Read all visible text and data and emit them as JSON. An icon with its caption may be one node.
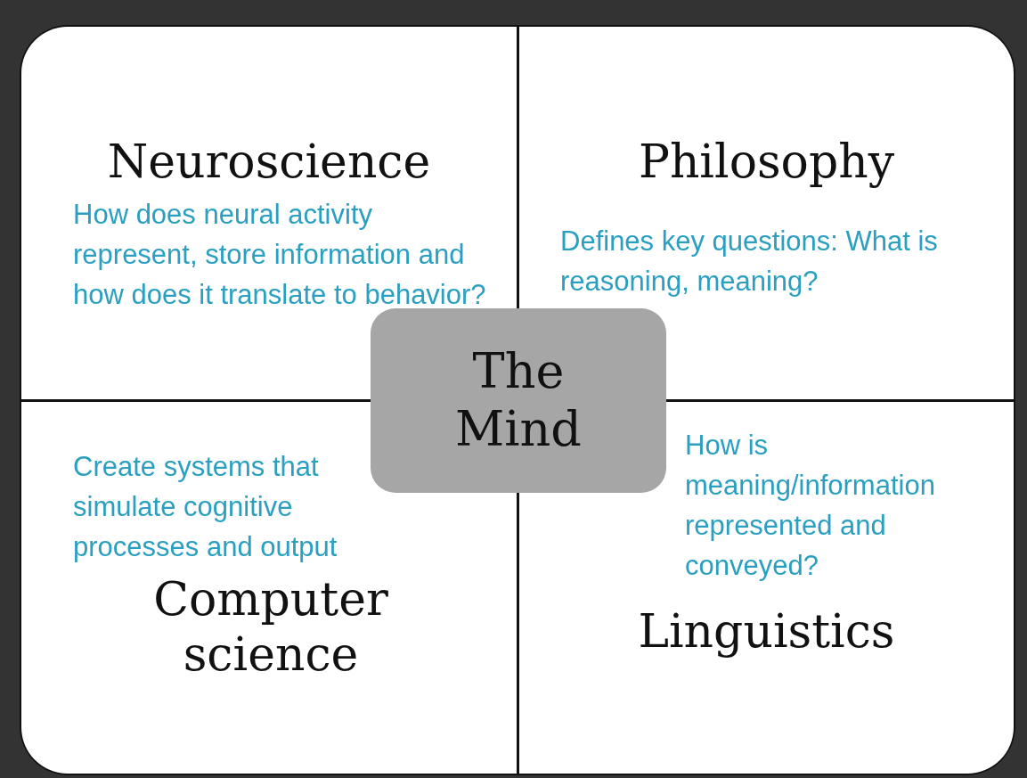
{
  "diagram": {
    "nodes": [
      {
        "text": [
          "Neuroscience",
          "How does neural activity represent, store information and how does it translate to behavior?"
        ]
      },
      {
        "text": [
          "Philosophy",
          "Defines key questions: What is reasoning, meaning?"
        ]
      },
      {
        "text": [
          "Create systems that simulate cognitive processes and output",
          "Computer science"
        ]
      },
      {
        "text": [
          "How is meaning/information represented and conveyed?",
          "Linguistics"
        ]
      },
      {
        "text": [
          "The Mind"
        ]
      }
    ],
    "edges": []
  }
}
